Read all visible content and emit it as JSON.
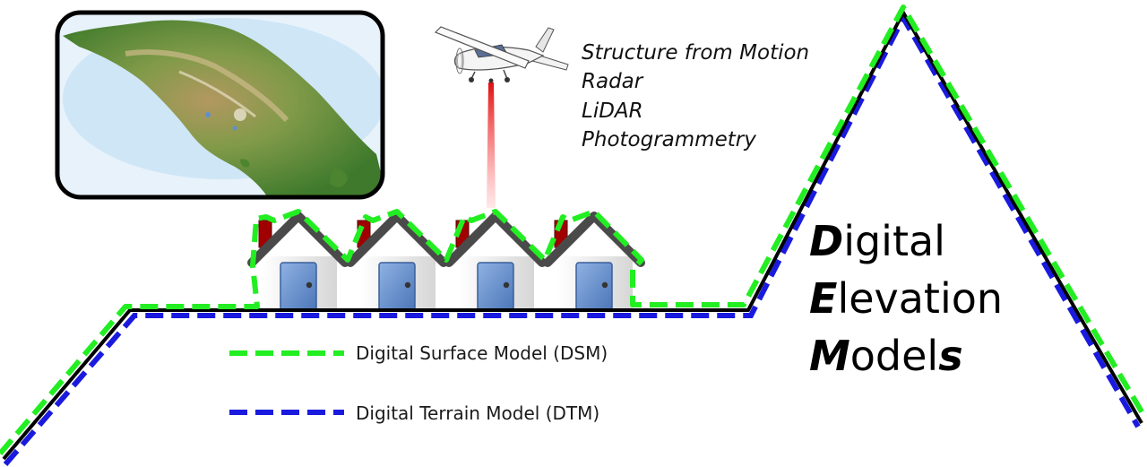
{
  "methods": [
    "Structure from Motion",
    "Radar",
    "LiDAR",
    "Photogrammetry"
  ],
  "legend": {
    "dsm": {
      "label": "Digital Surface Model (DSM)",
      "color": "#22ee22"
    },
    "dtm": {
      "label": "Digital Terrain Model (DTM)",
      "color": "#1a1adf"
    }
  },
  "title": {
    "line1": {
      "cap": "D",
      "rest": "igital"
    },
    "line2": {
      "cap": "E",
      "rest": "levation"
    },
    "line3": {
      "cap": "M",
      "rest": "odel",
      "tail": "s"
    }
  },
  "colors": {
    "terrain": "#000000",
    "dsm": "#22ee22",
    "dtm": "#1a1adf",
    "roof": "#4a4a4a",
    "wall": "#eeeeee",
    "door": "#6b93cf",
    "chimney": "#a00000",
    "laser": "#ff3333",
    "sea": "#cfe6f7",
    "land": "#5e8c3a"
  },
  "icons": [
    "airplane-icon",
    "house-icon",
    "map-icon"
  ]
}
